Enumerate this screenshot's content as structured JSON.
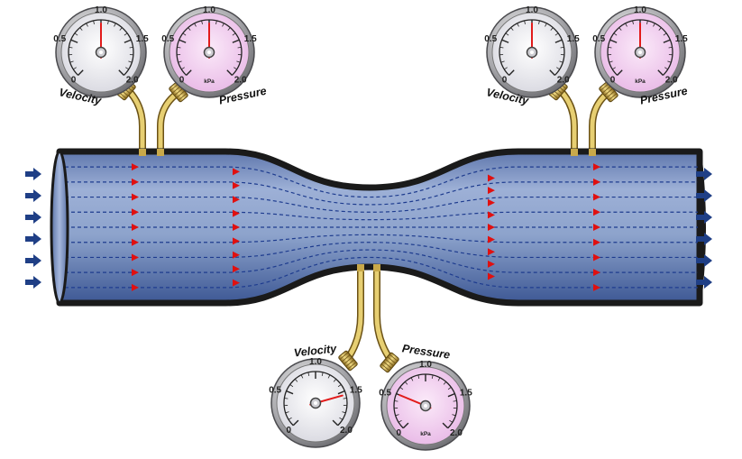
{
  "flow_arrow_color": "#1f3f86",
  "streamline_arrow_color": "#e01010",
  "pipe_colors": {
    "fill": "#8fa5cf",
    "shade": "#3e5a98",
    "outline": "#1a1a1a"
  },
  "gauge_colors": {
    "velocity_face": "#f5f5f8",
    "pressure_face": "#f4d6f2",
    "needle": "#e21b1b"
  },
  "gauges": [
    {
      "id": "inlet-velocity",
      "kind": "velocity",
      "title": "Velocity",
      "unit": "",
      "value": 1.0,
      "ticks": [
        "0",
        "0.5",
        "1.0",
        "1.5",
        "2.0"
      ]
    },
    {
      "id": "inlet-pressure",
      "kind": "pressure",
      "title": "Pressure",
      "unit": "kPa",
      "value": 1.0,
      "ticks": [
        "0",
        "0.5",
        "1.0",
        "1.5",
        "2.0"
      ]
    },
    {
      "id": "outlet-velocity",
      "kind": "velocity",
      "title": "Velocity",
      "unit": "",
      "value": 1.0,
      "ticks": [
        "0",
        "0.5",
        "1.0",
        "1.5",
        "2.0"
      ]
    },
    {
      "id": "outlet-pressure",
      "kind": "pressure",
      "title": "Pressure",
      "unit": "kPa",
      "value": 1.0,
      "ticks": [
        "0",
        "0.5",
        "1.0",
        "1.5",
        "2.0"
      ]
    },
    {
      "id": "throat-velocity",
      "kind": "velocity",
      "title": "Velocity",
      "unit": "",
      "value": 1.55,
      "ticks": [
        "0",
        "0.5",
        "1.0",
        "1.5",
        "2.0"
      ]
    },
    {
      "id": "throat-pressure",
      "kind": "pressure",
      "title": "Pressure",
      "unit": "kPa",
      "value": 0.5,
      "ticks": [
        "0",
        "0.5",
        "1.0",
        "1.5",
        "2.0"
      ]
    }
  ]
}
